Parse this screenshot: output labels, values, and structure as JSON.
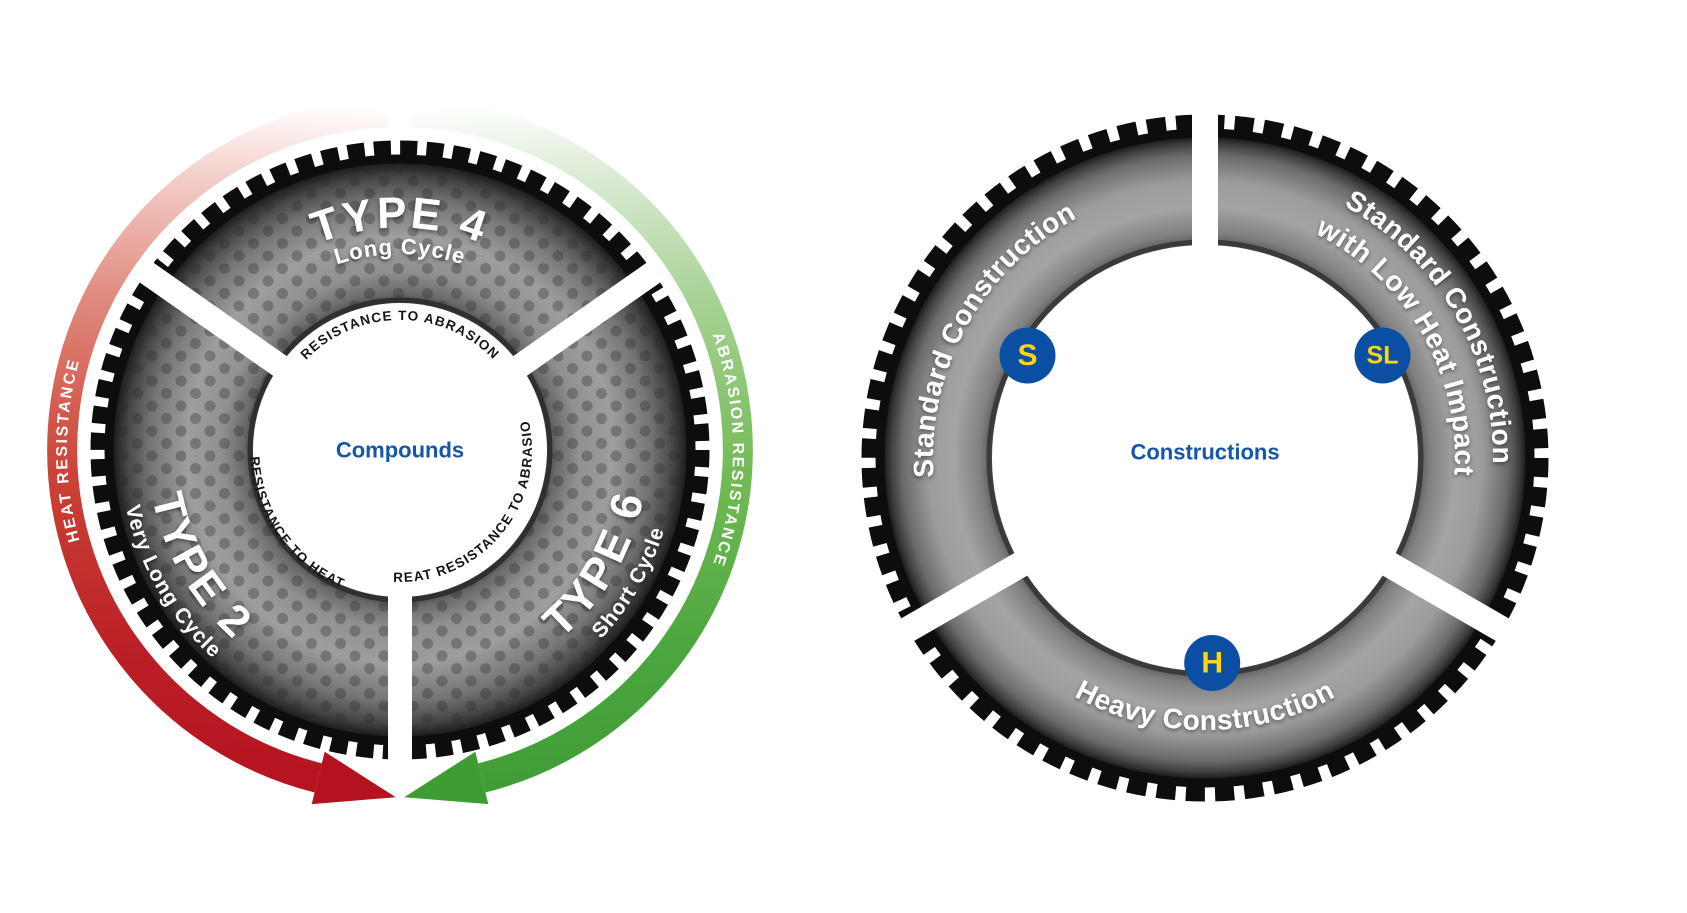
{
  "compounds_wheel": {
    "center_label": "Compounds",
    "type4": {
      "name": "TYPE 4",
      "cycle": "Long Cycle"
    },
    "type2": {
      "name": "TYPE 2",
      "cycle": "Very Long Cycle"
    },
    "type6": {
      "name": "TYPE 6",
      "cycle": "Short Cycle"
    },
    "inner_notes": {
      "top": "RESISTANCE TO ABRASION",
      "lower_left": "RESISTANCE TO HEAT",
      "lower_right": "GREAT RESISTANCE TO ABRASION"
    },
    "heat_arrow_label": "HEAT RESISTANCE",
    "abrasion_arrow_label": "ABRASION RESISTANCE",
    "heat_color": "#b5121f",
    "abrasion_color": "#3f9c35"
  },
  "constructions_wheel": {
    "center_label": "Constructions",
    "standard": {
      "label": "Standard Construction",
      "badge": "S"
    },
    "standard_low_heat": {
      "label_line1": "Standard Construction",
      "label_line2": "with Low Heat Impact",
      "badge": "SL"
    },
    "heavy": {
      "label": "Heavy Construction",
      "badge": "H"
    },
    "badge_bg": "#0a4fa3",
    "badge_fg": "#ffd60a"
  },
  "colors": {
    "accent_blue": "#1556a8"
  }
}
